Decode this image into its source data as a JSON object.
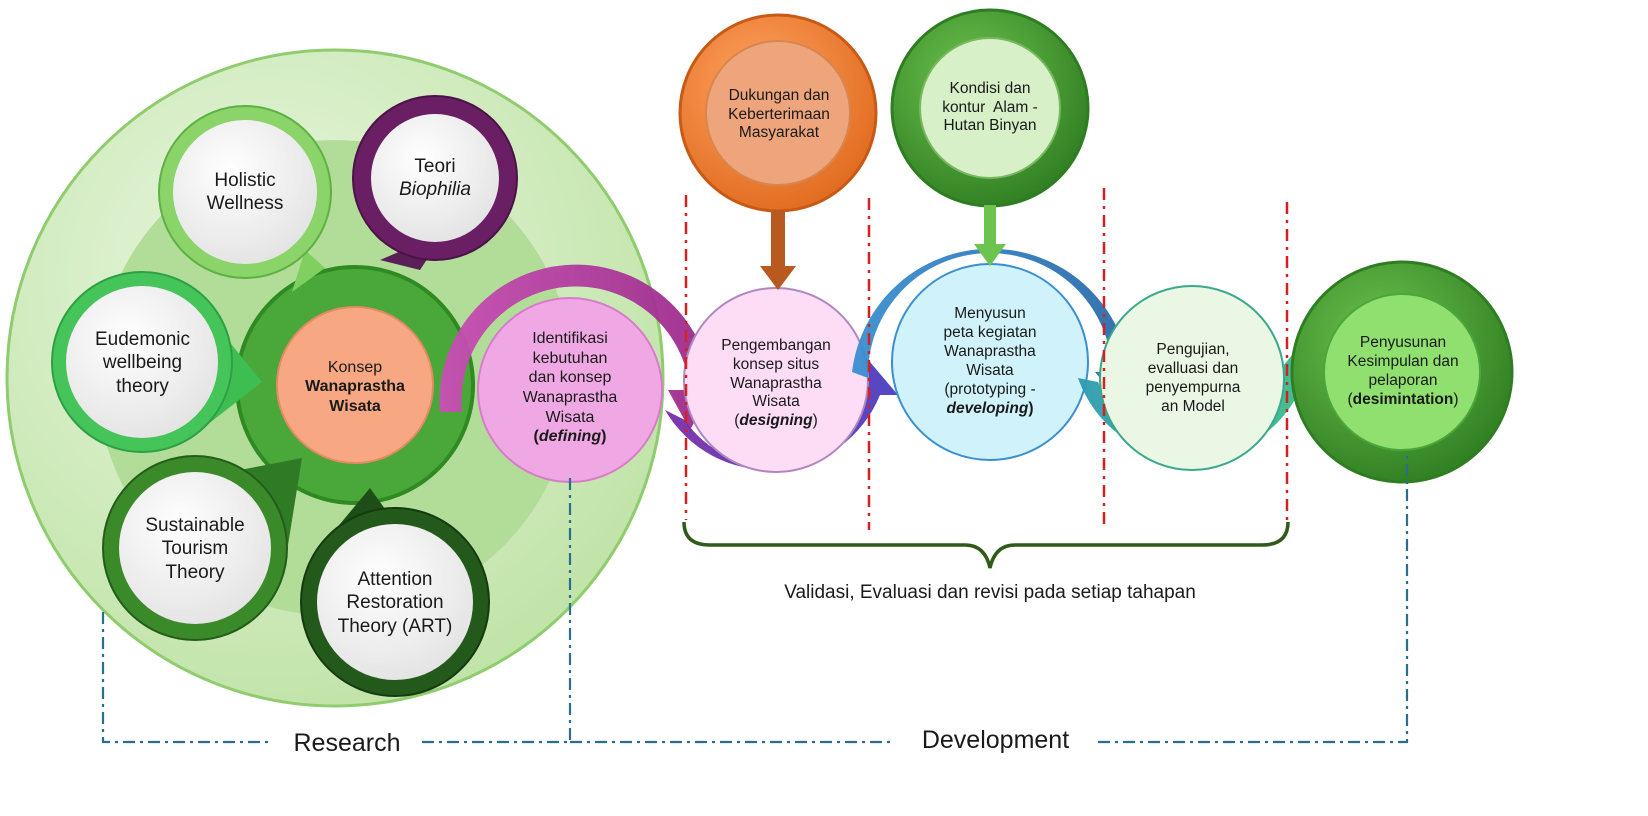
{
  "research_nodes": {
    "holistic": [
      "Holistic",
      "Wellness"
    ],
    "biophilia": [
      "Teori",
      "Biophilia"
    ],
    "eudemonic": [
      "Eudemonic",
      "wellbeing",
      "theory"
    ],
    "sustainable": [
      "Sustainable",
      "Tourism",
      "Theory"
    ],
    "attention": [
      "Attention",
      "Restoration",
      "Theory (ART)"
    ]
  },
  "center": [
    "Konsep",
    "Wanaprastha",
    "Wisata"
  ],
  "stages": {
    "defining": [
      "Identifikasi",
      "kebutuhan",
      "dan konsep",
      "Wanaprastha",
      "Wisata",
      "(",
      "defining",
      ")"
    ],
    "designing": [
      "Pengembangan",
      "konsep situs",
      "Wanaprastha",
      "Wisata",
      "(",
      "designing",
      ")"
    ],
    "developing": [
      "Menyusun",
      "peta kegiatan",
      "Wanaprastha",
      "Wisata",
      "(prototyping -",
      "developing",
      ")"
    ],
    "testing": [
      "Pengujian,",
      "evalluasi dan",
      "penyempurna",
      "an Model"
    ],
    "disseminating": [
      "Penyusunan",
      "Kesimpulan dan",
      "pelaporan",
      "(",
      "desimintation",
      ")"
    ]
  },
  "inputs": {
    "community": [
      "Dukungan dan",
      "Keberterimaan",
      "Masyarakat"
    ],
    "nature": [
      "Kondisi dan",
      "kontur  Alam -",
      "Hutan Binyan"
    ]
  },
  "brace_label": "Validasi, Evaluasi dan revisi pada setiap tahapan",
  "phases": {
    "research": "Research",
    "development": "Development"
  },
  "colors": {
    "outer_circle": "#c8e8b4",
    "center_fill": "#f7a883",
    "ring_green": "#4aa83a",
    "magenta": "#b3339f",
    "purple": "#5a3bb5",
    "blue": "#2e7fbf",
    "teal": "#35b08e",
    "orange": "#f07e2d",
    "dark_green": "#3a8a2a",
    "redline": "#d42020",
    "dashline": "#2a6e8f"
  }
}
